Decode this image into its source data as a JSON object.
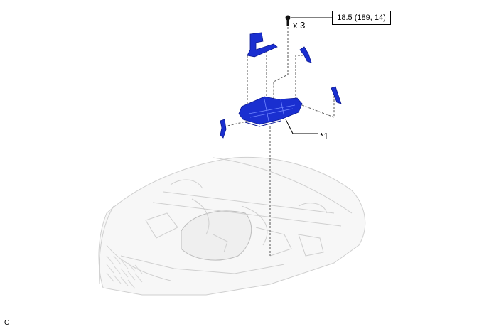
{
  "torque_spec": "18.5 (189, 14)",
  "bolt_quantity": "x 3",
  "callout_label": "*1",
  "corner_label": "C",
  "colors": {
    "part_blue": "#1a2fd0",
    "part_blue_dark": "#0b1890",
    "line_gray": "#888888",
    "vehicle_outline": "#c8c8c8"
  },
  "icons": {
    "bolt": "bolt-icon"
  }
}
